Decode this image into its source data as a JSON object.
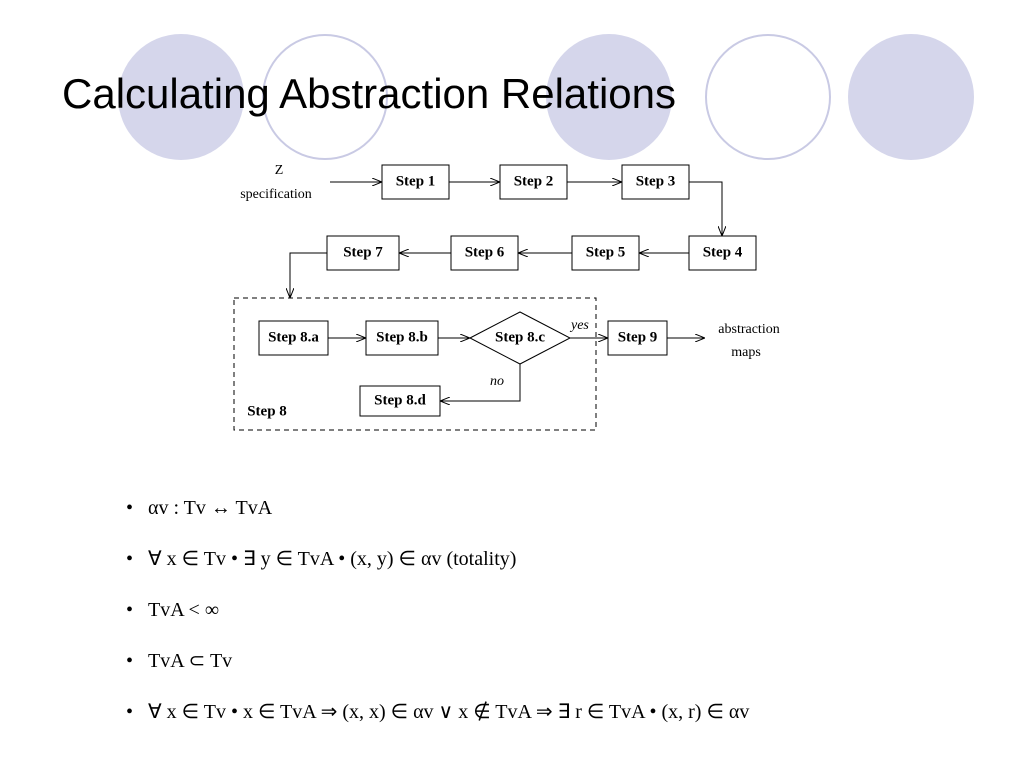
{
  "slide": {
    "title": "Calculating Abstraction Relations"
  },
  "flowchart": {
    "input_lines": [
      "Z",
      "specification"
    ],
    "steps": {
      "s1": "Step 1",
      "s2": "Step 2",
      "s3": "Step 3",
      "s4": "Step 4",
      "s5": "Step 5",
      "s6": "Step 6",
      "s7": "Step 7",
      "s8a": "Step 8.a",
      "s8b": "Step 8.b",
      "s8c": "Step 8.c",
      "s8d": "Step 8.d",
      "s9": "Step 9"
    },
    "group_label": "Step 8",
    "decision_yes": "yes",
    "decision_no": "no",
    "output_lines": [
      "abstraction",
      "maps"
    ]
  },
  "bullets": [
    {
      "text": "αv : Tv ↔ TvA"
    },
    {
      "text": "∀ x ∈ Tv • ∃ y ∈ TvA • (x, y) ∈ αv (totality)"
    },
    {
      "text": "TvA < ∞"
    },
    {
      "text": "TvA ⊂ Tv"
    },
    {
      "text": "∀ x ∈ Tv • x ∈ TvA ⇒ (x, x) ∈ αv ∨ x ∉ TvA ⇒ ∃ r ∈ TvA • (x, r) ∈ αv"
    }
  ],
  "theme": {
    "circle_fill": "#d5d6eb",
    "circle_ring": "#c9cae4"
  }
}
